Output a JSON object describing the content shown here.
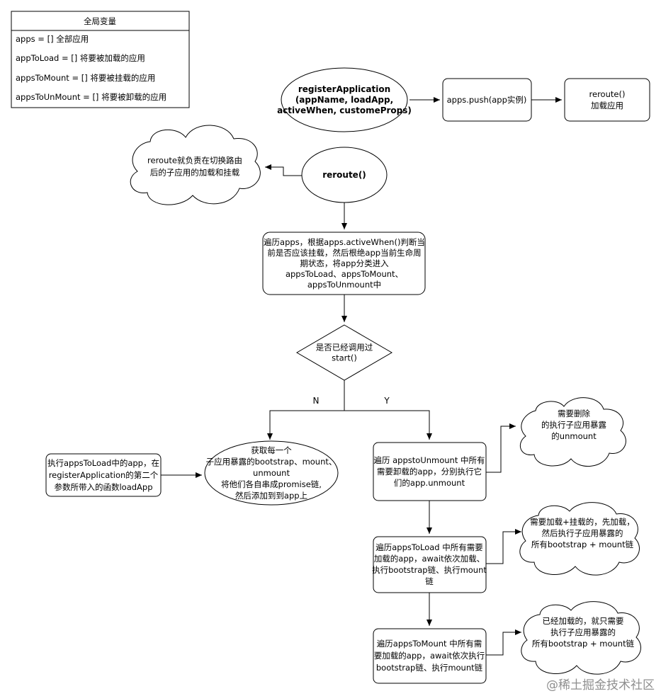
{
  "globals": {
    "title": "全局变量",
    "rows": [
      "apps = []  全部应用",
      "appToLoad = [] 将要被加载的应用",
      "appsToMount = [] 将要被挂载的应用",
      "appsToUnMount = [] 将要被卸载的应用"
    ]
  },
  "nodes": {
    "register_app": [
      "registerApplication",
      "(appName, loadApp,",
      "activeWhen, customeProps)"
    ],
    "apps_push": [
      "apps.push(app实例)"
    ],
    "reroute_load": [
      "reroute()",
      "加载应用"
    ],
    "cloud_reroute": [
      "reroute就负责在切换路由",
      "后的子应用的加载和挂载"
    ],
    "reroute": [
      "reroute()"
    ],
    "traverse_apps": [
      "遍历apps，根据apps.activeWhen()判断当",
      "前是否应该挂载，然后根绝app当前生命周",
      "期状态，将app分类进入",
      "appsToLoad、appsToMount、",
      "appsToUnmount中"
    ],
    "decision_start": [
      "是否已经调用过",
      "start()"
    ],
    "exec_load": [
      "执行appsToLoad中的app，在",
      "registerApplication的第二个",
      "参数所带入的函数loadApp"
    ],
    "get_lifecycles": [
      "获取每一个",
      "子应用暴露的bootstrap、mount、",
      "unmount",
      "将他们各自串成promise链,",
      "然后添加到到app上"
    ],
    "traverse_unmount": [
      "遍历 appstoUnmount 中所有",
      "需要卸载的app，分别执行它",
      "们的app.unmount"
    ],
    "cloud_unmount": [
      "需要删除",
      "的执行子应用暴露",
      "的unmount"
    ],
    "traverse_load": [
      "遍历appsToLoad 中所有需要",
      "加载的app，await依次加载、",
      "执行bootstrap链、执行mount",
      "链"
    ],
    "cloud_load_mount": [
      "需要加载+挂载的，先加载，",
      "然后执行子应用暴露的",
      "所有bootstrap + mount链"
    ],
    "traverse_mount": [
      "遍历appsToMount 中所有需",
      "要加载的app，await依次执行",
      "bootstrap链、执行mount链"
    ],
    "cloud_mount": [
      "已经加载的，就只需要",
      "执行子应用暴露的",
      "所有bootstrap + mount链"
    ]
  },
  "edge_labels": {
    "no": "N",
    "yes": "Y"
  },
  "watermark": "@稀土掘金技术社区"
}
